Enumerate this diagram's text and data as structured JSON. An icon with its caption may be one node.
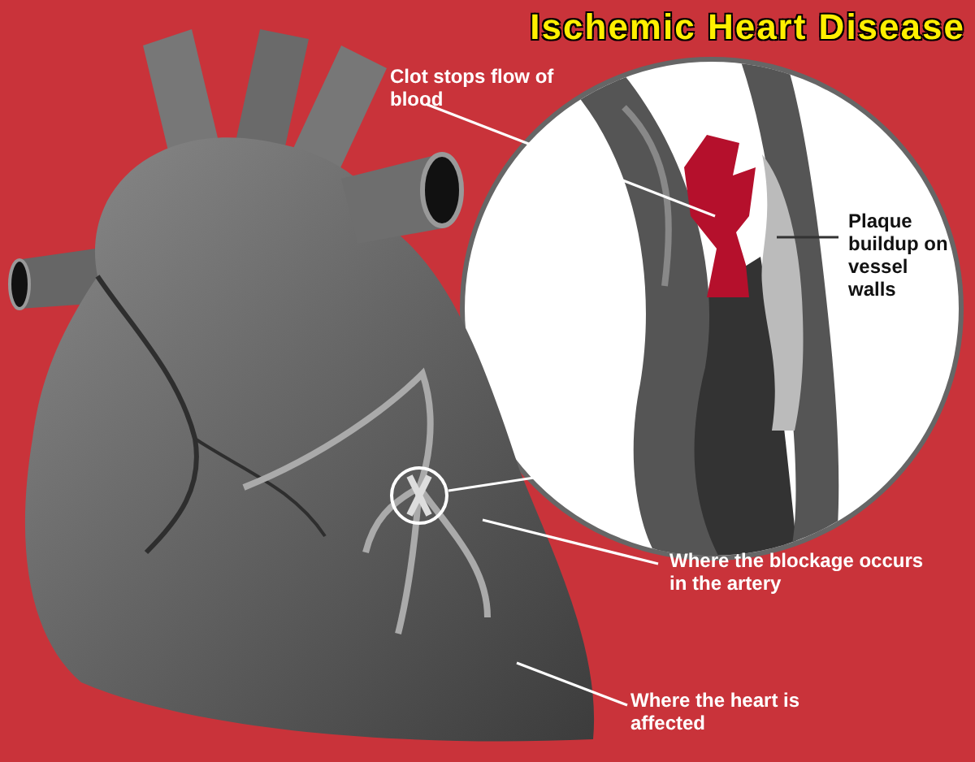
{
  "diagram": {
    "title": "Ischemic Heart Disease",
    "nodes": [
      {
        "text": [
          "Clot stops flow of blood"
        ]
      },
      {
        "text": [],
        "shape": "circle"
      },
      {
        "text": [
          "Plaque buildup on vessel walls"
        ],
        "in": 1
      },
      {
        "text": [],
        "shape": "picture",
        "in": 1
      },
      {
        "text": [],
        "shape": "picture",
        "in": 1
      },
      {
        "text": [],
        "shape": "picture"
      },
      {
        "text": [],
        "shape": "circle",
        "in": 5
      },
      {
        "text": [
          "Where the blockage occurs in the artery"
        ]
      },
      {
        "text": [
          "Where the heart is affected"
        ]
      }
    ],
    "edges": [
      {
        "from": 0,
        "to": 3,
        "arrow": "none"
      },
      {
        "from": 2,
        "to": 4,
        "arrow": "none",
        "color": "#333333"
      },
      {
        "from": 7,
        "to": 5,
        "arrow": "none"
      },
      {
        "from": 8,
        "to": 5,
        "arrow": "none"
      },
      {
        "from": 6,
        "to": 1,
        "arrow": "none"
      }
    ]
  }
}
